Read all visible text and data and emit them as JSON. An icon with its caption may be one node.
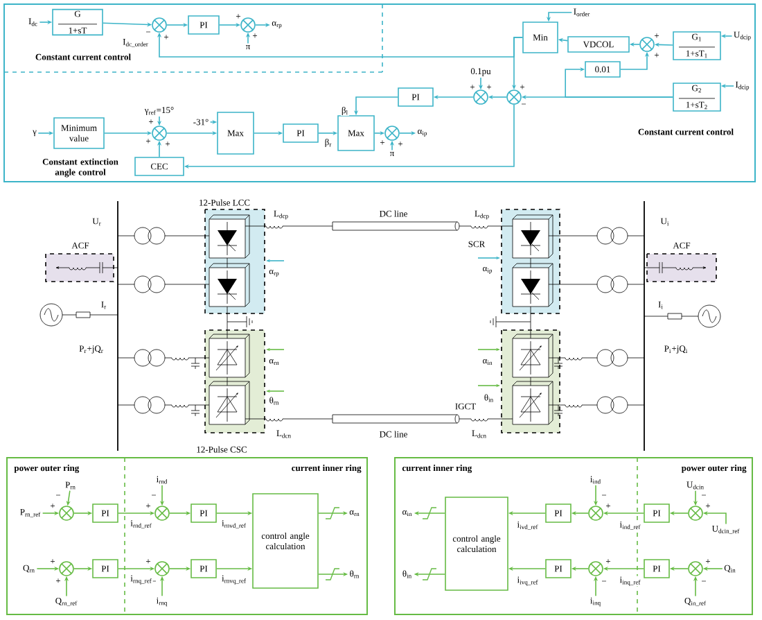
{
  "diagram": {
    "nodes": [
      {
        "text": [
          "I$_{dc}$"
        ]
      },
      {
        "text": [
          "G",
          "1+sT"
        ]
      },
      {
        "text": [],
        "shape": "circle",
        "beside": [
          "−",
          "+"
        ]
      },
      {
        "text": [
          "PI"
        ]
      },
      {
        "text": [],
        "shape": "circle",
        "beside": [
          "+",
          "+"
        ]
      },
      {
        "text": [
          "α$_{rp}$"
        ]
      },
      {
        "text": [
          "π"
        ]
      },
      {
        "text": [
          "γ"
        ]
      },
      {
        "text": [
          "Minimum value"
        ]
      },
      {
        "text": [],
        "shape": "circle",
        "beside": [
          "+",
          "+",
          "+"
        ]
      },
      {
        "text": [
          "γ$_{ref}$=15°"
        ]
      },
      {
        "text": [
          "CEC"
        ]
      },
      {
        "text": [
          "-31°"
        ]
      },
      {
        "text": [
          "Max"
        ]
      },
      {
        "text": [
          "PI"
        ]
      },
      {
        "text": [
          "Max"
        ]
      },
      {
        "text": [],
        "shape": "circle",
        "beside": [
          "+",
          "+"
        ]
      },
      {
        "text": [
          "α$_{ip}$"
        ]
      },
      {
        "text": [
          "π"
        ]
      },
      {
        "text": [
          "PI"
        ]
      },
      {
        "text": [],
        "shape": "circle",
        "beside": [
          "+",
          "+"
        ]
      },
      {
        "text": [
          "0.1pu"
        ]
      },
      {
        "text": [],
        "shape": "circle",
        "beside": [
          "+",
          "−"
        ]
      },
      {
        "text": [
          "Min"
        ]
      },
      {
        "text": [
          "I$_{order}$"
        ]
      },
      {
        "text": [
          "VDCOL"
        ]
      },
      {
        "text": [],
        "shape": "circle",
        "beside": [
          "+",
          "+"
        ]
      },
      {
        "text": [
          "G$_{1}$",
          "1+sT$_{1}$"
        ]
      },
      {
        "text": [
          "U$_{dcip}$"
        ]
      },
      {
        "text": [
          "0.01"
        ]
      },
      {
        "text": [
          "G$_{2}$",
          "1+sT$_{2}$"
        ]
      },
      {
        "text": [
          "I$_{dcip}$"
        ]
      },
      {
        "text": [
          "P$_{rn_ref}$"
        ]
      },
      {
        "text": [
          "P$_{rn}$"
        ]
      },
      {
        "text": [],
        "shape": "circle",
        "beside": [
          "+",
          "−"
        ]
      },
      {
        "text": [
          "PI"
        ]
      },
      {
        "text": [
          "i$_{rnd}$"
        ]
      },
      {
        "text": [],
        "shape": "circle",
        "beside": [
          "+",
          "−"
        ]
      },
      {
        "text": [
          "PI"
        ]
      },
      {
        "text": [
          "control angle calculation"
        ]
      },
      {
        "text": [
          "α$_{rn}$"
        ]
      },
      {
        "text": [
          "Q$_{rn}$"
        ]
      },
      {
        "text": [
          "Q$_{rn_ref}$"
        ]
      },
      {
        "text": [],
        "shape": "circle",
        "beside": [
          "+",
          "+"
        ]
      },
      {
        "text": [
          "PI"
        ]
      },
      {
        "text": [],
        "shape": "circle",
        "beside": [
          "+",
          "−"
        ]
      },
      {
        "text": [
          "i$_{rnq}$"
        ]
      },
      {
        "text": [
          "PI"
        ]
      },
      {
        "text": [
          "θ$_{rn}$"
        ]
      },
      {
        "text": [
          "control angle calculation"
        ]
      },
      {
        "text": [
          "α$_{in}$"
        ]
      },
      {
        "text": [
          "θ$_{in}$"
        ]
      },
      {
        "text": [
          "PI"
        ]
      },
      {
        "text": [],
        "shape": "circle",
        "beside": [
          "+",
          "−"
        ]
      },
      {
        "text": [
          "i$_{ind}$"
        ]
      },
      {
        "text": [
          "PI"
        ]
      },
      {
        "text": [],
        "shape": "circle",
        "beside": [
          "+",
          "−"
        ]
      },
      {
        "text": [
          "U$_{dcin}$"
        ]
      },
      {
        "text": [
          "U$_{dcin_ref}$"
        ]
      },
      {
        "text": [
          "PI"
        ]
      },
      {
        "text": [],
        "shape": "circle",
        "beside": [
          "+",
          "−"
        ]
      },
      {
        "text": [
          "i$_{inq}$"
        ]
      },
      {
        "text": [
          "PI"
        ]
      },
      {
        "text": [],
        "shape": "circle",
        "beside": [
          "+",
          "−"
        ]
      },
      {
        "text": [
          "Q$_{in}$"
        ]
      },
      {
        "text": [
          "Q$_{in_ref}$"
        ]
      }
    ],
    "edges": [
      {
        "from": 0,
        "to": 1,
        "arrow": "to"
      },
      {
        "from": 1,
        "to": 2,
        "arrow": "to"
      },
      {
        "from": 2,
        "to": 3,
        "arrow": "to"
      },
      {
        "from": 3,
        "to": 4,
        "arrow": "to"
      },
      {
        "from": 4,
        "to": 5,
        "arrow": "to"
      },
      {
        "from": 6,
        "to": 4,
        "arrow": "to"
      },
      {
        "from": 23,
        "to": 2,
        "arrow": "to",
        "label": "I$_{dc_order}$"
      },
      {
        "from": 7,
        "to": 8,
        "arrow": "to"
      },
      {
        "from": 8,
        "to": 9,
        "arrow": "to"
      },
      {
        "from": 10,
        "to": 9,
        "arrow": "to"
      },
      {
        "from": 11,
        "to": 9,
        "arrow": "to"
      },
      {
        "from": 9,
        "to": 13,
        "arrow": "to"
      },
      {
        "from": 12,
        "to": 13,
        "arrow": "to"
      },
      {
        "from": 13,
        "to": 14,
        "arrow": "to"
      },
      {
        "from": 14,
        "to": 15,
        "arrow": "to",
        "label": "β$_{r}$"
      },
      {
        "from": 19,
        "to": 15,
        "arrow": "to",
        "label": "β$_{l}$"
      },
      {
        "from": 15,
        "to": 16,
        "arrow": "to"
      },
      {
        "from": 16,
        "to": 17,
        "arrow": "to"
      },
      {
        "from": 18,
        "to": 16,
        "arrow": "to"
      },
      {
        "from": 22,
        "to": 20,
        "arrow": "to"
      },
      {
        "from": 21,
        "to": 20,
        "arrow": "to"
      },
      {
        "from": 20,
        "to": 19,
        "arrow": "to"
      },
      {
        "from": 23,
        "to": 22,
        "arrow": "to"
      },
      {
        "from": 22,
        "to": 11,
        "arrow": "to"
      },
      {
        "from": 24,
        "to": 23,
        "arrow": "to"
      },
      {
        "from": 25,
        "to": 23,
        "arrow": "to"
      },
      {
        "from": 26,
        "to": 25,
        "arrow": "to"
      },
      {
        "from": 27,
        "to": 26,
        "arrow": "to"
      },
      {
        "from": 28,
        "to": 27,
        "arrow": "to"
      },
      {
        "from": 29,
        "to": 26,
        "arrow": "to"
      },
      {
        "from": 31,
        "to": 30,
        "arrow": "to"
      },
      {
        "from": 30,
        "to": 22,
        "arrow": "to"
      },
      {
        "from": 30,
        "to": 29,
        "arrow": "to"
      },
      {
        "from": 32,
        "to": 34,
        "arrow": "to",
        "color": "#66bb44"
      },
      {
        "from": 33,
        "to": 34,
        "arrow": "to",
        "color": "#66bb44"
      },
      {
        "from": 34,
        "to": 35,
        "arrow": "to",
        "color": "#66bb44"
      },
      {
        "from": 35,
        "to": 37,
        "arrow": "to",
        "color": "#66bb44",
        "label": "i$_{rnd_ref}$"
      },
      {
        "from": 36,
        "to": 37,
        "arrow": "to",
        "color": "#66bb44"
      },
      {
        "from": 37,
        "to": 38,
        "arrow": "to",
        "color": "#66bb44"
      },
      {
        "from": 38,
        "to": 39,
        "arrow": "to",
        "color": "#66bb44",
        "label": "i$_{rnvd_ref}$"
      },
      {
        "from": 39,
        "to": 40,
        "arrow": "to",
        "color": "#66bb44"
      },
      {
        "from": 41,
        "to": 43,
        "arrow": "to",
        "color": "#66bb44"
      },
      {
        "from": 42,
        "to": 43,
        "arrow": "to",
        "color": "#66bb44"
      },
      {
        "from": 43,
        "to": 44,
        "arrow": "to",
        "color": "#66bb44"
      },
      {
        "from": 44,
        "to": 45,
        "arrow": "to",
        "color": "#66bb44",
        "label": "i$_{rnq_ref}$"
      },
      {
        "from": 46,
        "to": 45,
        "arrow": "to",
        "color": "#66bb44"
      },
      {
        "from": 45,
        "to": 47,
        "arrow": "to",
        "color": "#66bb44"
      },
      {
        "from": 47,
        "to": 39,
        "arrow": "to",
        "color": "#66bb44",
        "label": "i$_{rnvq_ref}$"
      },
      {
        "from": 39,
        "to": 48,
        "arrow": "to",
        "color": "#66bb44"
      },
      {
        "from": 57,
        "to": 56,
        "arrow": "to",
        "color": "#66bb44"
      },
      {
        "from": 58,
        "to": 56,
        "arrow": "to",
        "color": "#66bb44"
      },
      {
        "from": 56,
        "to": 55,
        "arrow": "to",
        "color": "#66bb44"
      },
      {
        "from": 55,
        "to": 53,
        "arrow": "to",
        "color": "#66bb44",
        "label": "i$_{ind_ref}$"
      },
      {
        "from": 54,
        "to": 53,
        "arrow": "to",
        "color": "#66bb44"
      },
      {
        "from": 53,
        "to": 52,
        "arrow": "to",
        "color": "#66bb44"
      },
      {
        "from": 52,
        "to": 49,
        "arrow": "to",
        "color": "#66bb44",
        "label": "i$_{ivd_ref}$"
      },
      {
        "from": 49,
        "to": 50,
        "arrow": "to",
        "color": "#66bb44"
      },
      {
        "from": 64,
        "to": 63,
        "arrow": "to",
        "color": "#66bb44"
      },
      {
        "from": 65,
        "to": 63,
        "arrow": "to",
        "color": "#66bb44"
      },
      {
        "from": 63,
        "to": 62,
        "arrow": "to",
        "color": "#66bb44"
      },
      {
        "from": 62,
        "to": 60,
        "arrow": "to",
        "color": "#66bb44",
        "label": "i$_{inq_ref}$"
      },
      {
        "from": 61,
        "to": 60,
        "arrow": "to",
        "color": "#66bb44"
      },
      {
        "from": 60,
        "to": 59,
        "arrow": "to",
        "color": "#66bb44"
      },
      {
        "from": 59,
        "to": 49,
        "arrow": "to",
        "color": "#66bb44",
        "label": "i$_{ivq_ref}$"
      },
      {
        "from": 49,
        "to": 51,
        "arrow": "to",
        "color": "#66bb44"
      }
    ],
    "labels": [
      "Constant current control",
      "Constant extinction angle control",
      "Constant current control",
      "12-Pulse LCC",
      "L$_{dcp}$",
      "DC line",
      "L$_{dcp}$",
      "U$_{r}$",
      "U$_{i}$",
      "ACF",
      "SCR",
      "ACF",
      "α$_{rp}$",
      "α$_{ip}$",
      "I$_{r}$",
      "I$_{i}$",
      "P$_{r}$+jQ$_{r}$",
      "P$_{i}$+jQ$_{i}$",
      "α$_{rn}$",
      "α$_{in}$",
      "θ$_{rn}$",
      "θ$_{in}$",
      "IGCT",
      "L$_{dcn}$",
      "DC line",
      "L$_{dcn}$",
      "12-Pulse CSC",
      "power outer ring",
      "current inner ring",
      "current inner ring",
      "power outer ring"
    ]
  }
}
